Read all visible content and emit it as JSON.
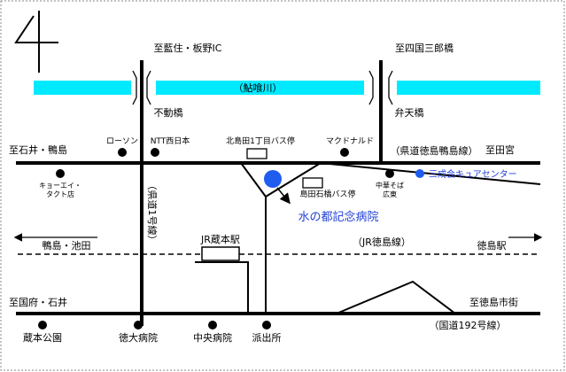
{
  "colors": {
    "river": "#00eaff",
    "road": "#000000",
    "hospital": "#1f5cf0",
    "hospital_text": "#1f3fd6",
    "frame": "#8a8a8a"
  },
  "map": {
    "north_symbol": "north-arrow-icon",
    "river_label": "（鮎喰川）",
    "bridges": {
      "left": "不動橋",
      "right": "弁天橋"
    },
    "destinations": {
      "top_left": "至藍住・板野IC",
      "top_right": "至四国三郎橋",
      "left_main": "至石井・鴨島",
      "right_main": "至田宮",
      "bottom_left": "至国府・石井",
      "bottom_right": "至徳島市街"
    },
    "roads": {
      "prefectural_vertical": "（県道1号線）",
      "prefectural_horizontal": "（県道徳島鴨島線）",
      "national": "（国道192号線）"
    },
    "rail": {
      "line": "（JR徳島線）",
      "left_dir": "鴨島・池田",
      "right_dir": "徳島駅",
      "station": "JR蔵本駅"
    },
    "landmarks": {
      "lawson": "ローソン",
      "ntt": "NTT西日本",
      "mcdonalds": "マクドナルド",
      "kyoei_line1": "キョーエイ・",
      "kyoei_line2": "タクト店",
      "chuka_line1": "中華そば",
      "chuka_line2": "広東",
      "bus_stop_1": "北島田1丁目バス停",
      "bus_stop_2": "島田石橋バス停",
      "kuramoto_park": "蔵本公園",
      "tokudai_hospital": "徳大病院",
      "chuo_hospital": "中央病院",
      "police_box": "派出所"
    },
    "hospital": "水の都記念病院",
    "clinic": "三成会キュアセンター"
  }
}
